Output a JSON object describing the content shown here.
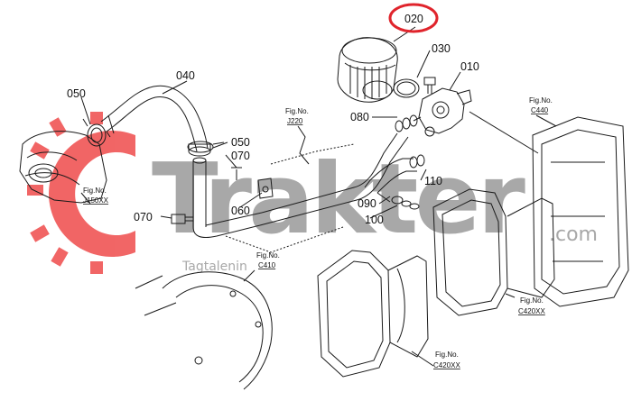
{
  "watermark": {
    "brand": "Trakter",
    "suffix": ".com",
    "tagline": "Tagtalenin"
  },
  "highlight": {
    "color": "#e0242c",
    "label": "020"
  },
  "parts": {
    "p010": "010",
    "p020": "020",
    "p030": "030",
    "p040": "040",
    "p050a": "050",
    "p050b": "050",
    "p060": "060",
    "p070a": "070",
    "p070b": "070",
    "p080": "080",
    "p090": "090",
    "p100": "100",
    "p110": "110"
  },
  "figrefs": {
    "j150": {
      "title": "Fig.No.",
      "code": "J150XX"
    },
    "j220": {
      "title": "Fig.No.",
      "code": "J220"
    },
    "c410": {
      "title": "Fig.No.",
      "code": "C410"
    },
    "c440": {
      "title": "Fig.No.",
      "code": "C440"
    },
    "c420a": {
      "title": "Fig.No.",
      "code": "C420XX"
    },
    "c420b": {
      "title": "Fig.No.",
      "code": "C420XX"
    }
  },
  "colors": {
    "line": "#1a1a1a",
    "logo_red": "#ef4b4b",
    "watermark_gray": "#9a9a9a"
  }
}
